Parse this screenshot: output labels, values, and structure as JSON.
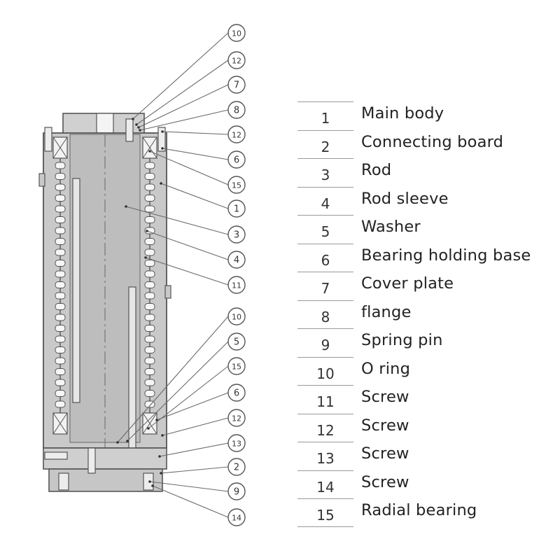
{
  "parts": [
    {
      "number": "1",
      "name": "Main body"
    },
    {
      "number": "2",
      "name": "Connecting board"
    },
    {
      "number": "3",
      "name": "Rod"
    },
    {
      "number": "4",
      "name": "Rod sleeve"
    },
    {
      "number": "5",
      "name": "Washer"
    },
    {
      "number": "6",
      "name": "Bearing holding base"
    },
    {
      "number": "7",
      "name": "Cover plate"
    },
    {
      "number": "8",
      "name": "flange"
    },
    {
      "number": "9",
      "name": "Spring pin"
    },
    {
      "number": "10",
      "name": "O ring"
    },
    {
      "number": "11",
      "name": "Screw"
    },
    {
      "number": "12",
      "name": "Screw"
    },
    {
      "number": "13",
      "name": "Screw"
    },
    {
      "number": "14",
      "name": "Screw"
    },
    {
      "number": "15",
      "name": "Radial bearing"
    }
  ],
  "callouts": [
    "10",
    "12",
    "7",
    "8",
    "12",
    "6",
    "15",
    "1",
    "3",
    "4",
    "11",
    "10",
    "5",
    "15",
    "6",
    "12",
    "13",
    "2",
    "9",
    "14"
  ],
  "colors": {
    "body_fill": "#c9c9c9",
    "outline": "#555555",
    "callout_line": "#6a6a6a",
    "table_rule": "#9a9a9a"
  }
}
